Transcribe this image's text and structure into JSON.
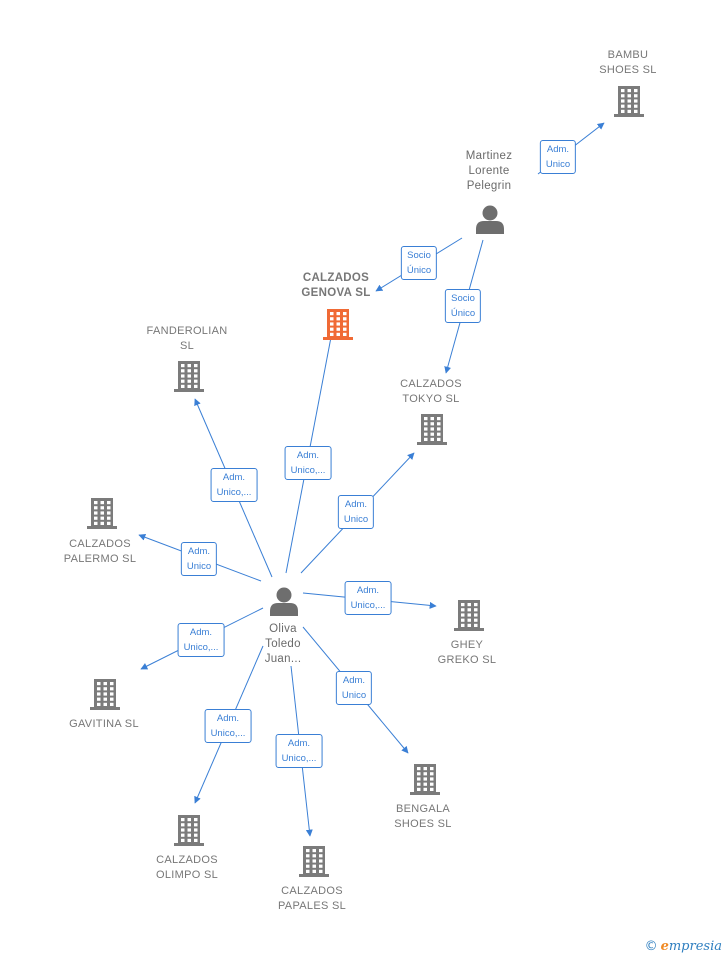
{
  "colors": {
    "edge": "#3a7fd5",
    "company": "#7b7b7b",
    "focus_company": "#f06a35",
    "person": "#6e6e6e"
  },
  "nodes": {
    "bambu": {
      "label": "BAMBU\nSHOES SL",
      "icon": "building-icon"
    },
    "martinez": {
      "label": "Martinez\nLorente\nPelegrin",
      "icon": "person-icon"
    },
    "genova": {
      "label": "CALZADOS\nGENOVA  SL",
      "icon": "building-icon"
    },
    "tokyo": {
      "label": "CALZADOS\nTOKYO  SL",
      "icon": "building-icon"
    },
    "fanderolian": {
      "label": "FANDEROLIAN\nSL",
      "icon": "building-icon"
    },
    "palermo": {
      "label": "CALZADOS\nPALERMO  SL",
      "icon": "building-icon"
    },
    "oliva": {
      "label": "Oliva\nToledo\nJuan...",
      "icon": "person-icon"
    },
    "ghey": {
      "label": "GHEY\nGREKO  SL",
      "icon": "building-icon"
    },
    "gavitina": {
      "label": "GAVITINA  SL",
      "icon": "building-icon"
    },
    "bengala": {
      "label": "BENGALA\nSHOES SL",
      "icon": "building-icon"
    },
    "olimpo": {
      "label": "CALZADOS\nOLIMPO SL",
      "icon": "building-icon"
    },
    "papales": {
      "label": "CALZADOS\nPAPALES  SL",
      "icon": "building-icon"
    }
  },
  "edges": {
    "martinez_bambu": "Adm.\nUnico",
    "martinez_genova": "Socio\nÚnico",
    "martinez_tokyo": "Socio\nÚnico",
    "oliva_fanderolian": "Adm.\nUnico,...",
    "oliva_genova": "Adm.\nUnico,...",
    "oliva_tokyo": "Adm.\nUnico",
    "oliva_palermo": "Adm.\nUnico",
    "oliva_ghey": "Adm.\nUnico,...",
    "oliva_gavitina": "Adm.\nUnico,...",
    "oliva_bengala": "Adm.\nUnico",
    "oliva_olimpo": "Adm.\nUnico,...",
    "oliva_papales": "Adm.\nUnico,..."
  },
  "watermark": {
    "copyright": "©",
    "brand_first": "e",
    "brand_rest": "mpresia"
  }
}
